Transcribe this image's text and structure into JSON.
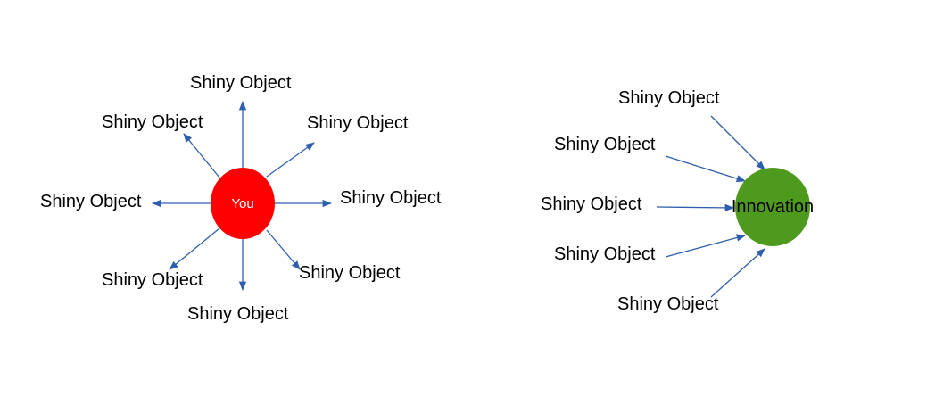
{
  "colors": {
    "arrow": "#2e5fae",
    "you_fill": "#ff0000",
    "innovation_fill": "#4e9a1f"
  },
  "left_diagram": {
    "center_label": "You",
    "object_labels": [
      "Shiny Object",
      "Shiny Object",
      "Shiny Object",
      "Shiny Object",
      "Shiny Object",
      "Shiny Object",
      "Shiny Object",
      "Shiny Object"
    ]
  },
  "right_diagram": {
    "center_label": "Innovation",
    "object_labels": [
      "Shiny Object",
      "Shiny Object",
      "Shiny Object",
      "Shiny Object",
      "Shiny Object"
    ]
  }
}
